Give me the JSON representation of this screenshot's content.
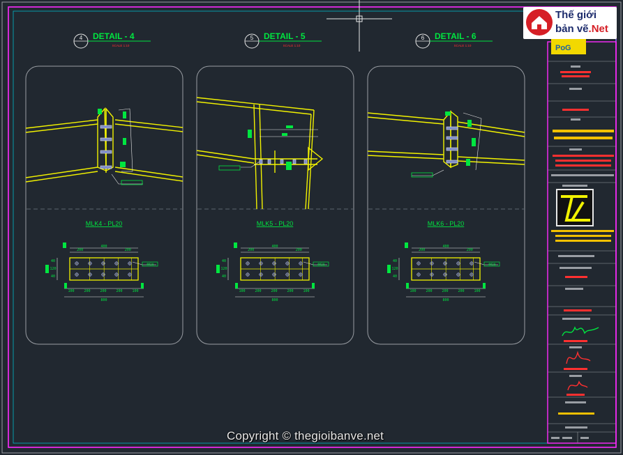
{
  "details": [
    {
      "num": "4",
      "title": "DETAIL - 4",
      "scale": "SCALE 1:10",
      "plate_label": "MLK4 - PL20",
      "bolt_note": "4M20",
      "plate_dims": {
        "top": [
          "200",
          "400",
          "200"
        ],
        "bottom": [
          "100",
          "200",
          "200",
          "200",
          "100"
        ],
        "total": "800",
        "side": [
          "40",
          "120",
          "40"
        ]
      }
    },
    {
      "num": "5",
      "title": "DETAIL - 5",
      "scale": "SCALE 1:10",
      "plate_label": "MLK5 - PL20",
      "bolt_note": "4M20",
      "plate_dims": {
        "top": [
          "200",
          "400",
          "200"
        ],
        "bottom": [
          "100",
          "200",
          "200",
          "200",
          "100"
        ],
        "total": "800",
        "side": [
          "40",
          "120",
          "40"
        ]
      }
    },
    {
      "num": "6",
      "title": "DETAIL - 6",
      "scale": "SCALE 1:10",
      "plate_label": "MLK6 - PL20",
      "bolt_note": "4M20",
      "plate_dims": {
        "top": [
          "200",
          "400",
          "200"
        ],
        "bottom": [
          "100",
          "200",
          "200",
          "200",
          "100"
        ],
        "total": "800",
        "side": [
          "40",
          "120",
          "40"
        ]
      }
    }
  ],
  "logo": {
    "line1": "Thế giới",
    "line2a": "bản vẽ",
    "line2b": ".Net"
  },
  "watermark": "Copyright © thegioibanve.net",
  "colors": {
    "bg": "#212830",
    "frame_magenta": "#ff2aff",
    "frame_cyan": "#00b7c7",
    "green": "#00e640",
    "yellow": "#f2f200",
    "red": "#ff3030",
    "white": "#e8e8e8",
    "gray_panel": "#9a9ea4"
  }
}
